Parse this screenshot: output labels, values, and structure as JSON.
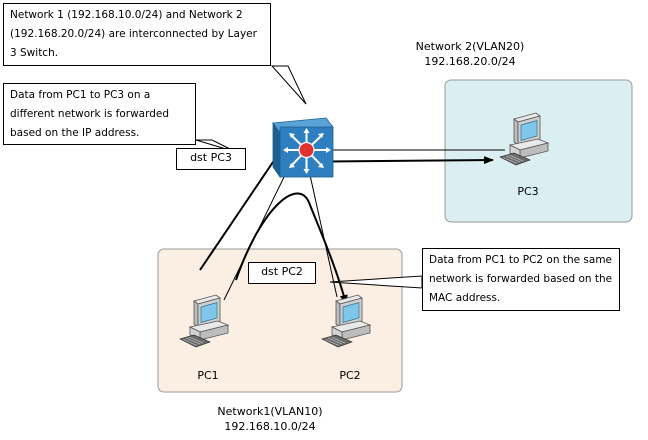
{
  "callouts": {
    "l3_switch": "Network 1 (192.168.10.0/24) and Network 2 (192.168.20.0/24) are interconnected by Layer 3 Switch.",
    "pc1_to_pc3": "Data from PC1 to PC3 on a different network is forwarded based on the IP address.",
    "pc1_to_pc2": "Data from PC1 to PC2 on the same network is forwarded based on the MAC address."
  },
  "tags": {
    "dst_pc3": "dst PC3",
    "dst_pc2": "dst PC2"
  },
  "network1": {
    "name": "Network1(VLAN10)",
    "subnet": "192.168.10.0/24"
  },
  "network2": {
    "name": "Network 2(VLAN20)",
    "subnet": "192.168.20.0/24"
  },
  "pcs": {
    "pc1": "PC1",
    "pc2": "PC2",
    "pc3": "PC3"
  },
  "colors": {
    "network1_fill": "#fbeee2",
    "network2_fill": "#dbeff2",
    "switch_blue": "#2e7fbf",
    "switch_dark": "#1e5f8f",
    "switch_center": "#e03030"
  },
  "icons": {
    "switch": "layer3-switch-icon",
    "pc": "desktop-pc-icon"
  }
}
